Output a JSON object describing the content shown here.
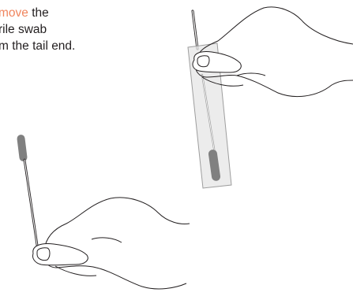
{
  "instruction": {
    "line1_accent": "move",
    "line1_rest": " the",
    "line2": "rile swab",
    "line3": "m the tail end."
  },
  "colors": {
    "accent": "#f0855e",
    "text": "#231f20",
    "outline": "#231f20",
    "swab_tip": "#808080",
    "tube_fill": "#e6e6e6",
    "tube_stroke": "#9d9d9d"
  },
  "icons": {
    "swab_in_tube": "hand-holding-swab-tube",
    "swab_removed": "hand-holding-swab"
  }
}
